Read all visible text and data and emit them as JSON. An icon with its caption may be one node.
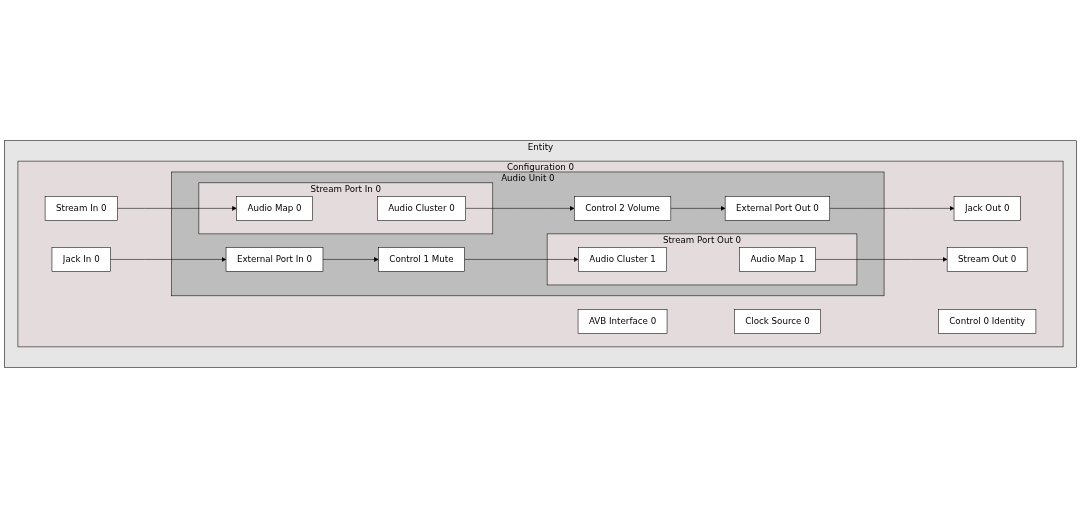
{
  "diagram": {
    "nodes": [
      {
        "text": [
          "Entity"
        ]
      },
      {
        "text": [
          "Configuration 0"
        ],
        "in": 0
      },
      {
        "text": [
          "Stream In 0"
        ],
        "in": 1
      },
      {
        "text": [
          "Audio Unit 0"
        ],
        "in": 1
      },
      {
        "text": [
          "Stream Port In 0"
        ],
        "in": 3
      },
      {
        "text": [
          "Audio Map 0"
        ],
        "in": 4
      },
      {
        "text": [
          "Audio Cluster 0"
        ],
        "in": 4
      },
      {
        "text": [
          "Control 2 Volume"
        ],
        "in": 3
      },
      {
        "text": [
          "External Port Out 0"
        ],
        "in": 3
      },
      {
        "text": [
          "Jack Out 0"
        ],
        "in": 1
      },
      {
        "text": [
          "Stream Port Out 0"
        ],
        "in": 3
      },
      {
        "text": [
          "Jack In 0"
        ],
        "in": 1
      },
      {
        "text": [
          "External Port In 0"
        ],
        "in": 3
      },
      {
        "text": [
          "Control 1 Mute"
        ],
        "in": 3
      },
      {
        "text": [
          "Audio Cluster 1"
        ],
        "in": 10
      },
      {
        "text": [
          "Audio Map 1"
        ],
        "in": 10
      },
      {
        "text": [
          "Stream Out 0"
        ],
        "in": 1
      },
      {
        "text": [
          "AVB Interface 0"
        ],
        "in": 1
      },
      {
        "text": [
          "Clock Source 0"
        ],
        "in": 1
      },
      {
        "text": [
          "Control 0 Identity"
        ],
        "in": 1
      }
    ],
    "edges": [
      {
        "from": 2,
        "to": 5,
        "arrow": "to"
      },
      {
        "from": 6,
        "to": 7,
        "arrow": "to"
      },
      {
        "from": 7,
        "to": 8,
        "arrow": "to"
      },
      {
        "from": 8,
        "to": 9,
        "arrow": "to"
      },
      {
        "from": 11,
        "to": 12,
        "arrow": "to"
      },
      {
        "from": 12,
        "to": 13,
        "arrow": "to"
      },
      {
        "from": 13,
        "to": 14,
        "arrow": "to"
      },
      {
        "from": 15,
        "to": 16,
        "arrow": "to"
      }
    ]
  }
}
